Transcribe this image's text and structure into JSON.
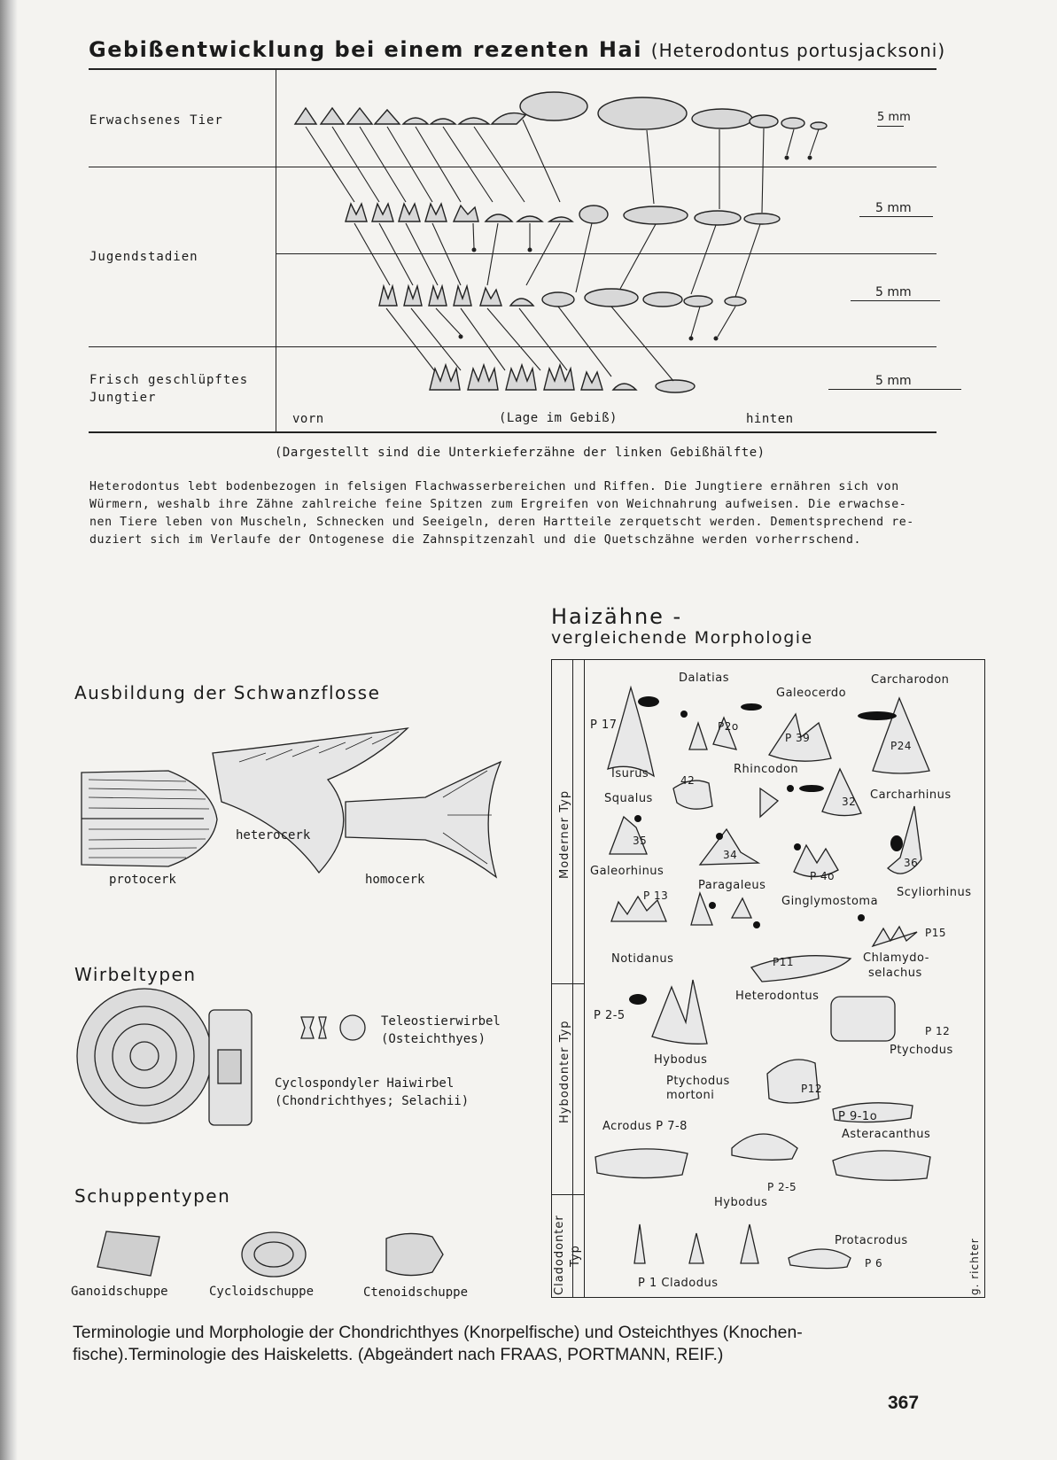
{
  "top": {
    "title": "Gebißentwicklung bei einem rezenten Hai",
    "title_species": "(Heterodontus portusjacksoni)",
    "rows": [
      {
        "label": "Erwachsenes Tier",
        "scale": "5 mm"
      },
      {
        "label": "Jugendstadien",
        "scale": "5 mm",
        "scale2": "5 mm"
      },
      {
        "label_line1": "Frisch geschlüpftes",
        "label_line2": "Jungtier",
        "scale": "5 mm"
      }
    ],
    "axis": {
      "left": "vorn",
      "center": "(Lage im Gebiß)",
      "right": "hinten"
    },
    "caption": "(Dargestellt sind die Unterkieferzähne der linken Gebißhälfte)",
    "paragraph": [
      "Heterodontus lebt bodenbezogen in felsigen Flachwasserbereichen und Riffen. Die Jungtiere ernähren sich von",
      "Würmern, weshalb ihre Zähne zahlreiche feine Spitzen zum Ergreifen von Weichnahrung aufweisen. Die erwachse-",
      "nen Tiere leben von Muscheln, Schnecken und Seeigeln, deren Hartteile zerquetscht werden. Dementsprechend re-",
      "duziert sich im Verlaufe der Ontogenese die Zahnspitzenzahl und die Quetschzähne werden vorherrschend."
    ]
  },
  "left": {
    "tail_title": "Ausbildung der Schwanzflosse",
    "tail_labels": {
      "protocerk": "protocerk",
      "heterocerk": "heterocerk",
      "homocerk": "homocerk"
    },
    "vertebra_title": "Wirbeltypen",
    "teleost_line1": "Teleostierwirbel",
    "teleost_line2": "(Osteichthyes)",
    "cyclo_line1": "Cyclospondyler Haiwirbel",
    "cyclo_line2": "(Chondrichthyes; Selachii)",
    "scale_title": "Schuppentypen",
    "scales": {
      "ganoid": "Ganoidschuppe",
      "cycloid": "Cycloidschuppe",
      "ctenoid": "Ctenoidschuppe"
    }
  },
  "right": {
    "title1": "Haizähne -",
    "title2": "vergleichende Morphologie",
    "sections": {
      "modern": "Moderner Typ",
      "hybodont": "Hybodonter Typ",
      "cladodont_1": "Cladodonter",
      "cladodont_2": "Typ"
    },
    "labels": {
      "dalatias": "Dalatias",
      "galeocerdo": "Galeocerdo",
      "carcharodon": "Carcharodon",
      "p17": "P 17",
      "p20": "P2o",
      "p39": "P 39",
      "p24": "P24",
      "isurus": "Isurus",
      "n42": "42",
      "squalus": "Squalus",
      "rhincodon": "Rhincodon",
      "n32": "32",
      "carcharhinus": "Carcharhinus",
      "n35": "35",
      "galeorhinus": "Galeorhinus",
      "n34": "34",
      "paragaleus": "Paragaleus",
      "p40": "P 4o",
      "ginglymostoma": "Ginglymostoma",
      "n36": "36",
      "scyliorhinus": "Scyliorhinus",
      "p13": "P 13",
      "p15": "P15",
      "notidanus": "Notidanus",
      "p11": "P11",
      "chlamydo1": "Chlamydo-",
      "chlamydo2": "selachus",
      "heterodontus": "Heterodontus",
      "p25a": "P 2-5",
      "p12": "P 12",
      "ptychodus": "Ptychodus",
      "hybodus1": "Hybodus",
      "ptychodus_m1": "Ptychodus",
      "ptychodus_m2": "mortoni",
      "p12b": "P12",
      "acrodus": "Acrodus P 7-8",
      "p910": "P 9-1o",
      "asteracanthus": "Asteracanthus",
      "p25b": "P 2-5",
      "hybodus2": "Hybodus",
      "protacrodus": "Protacrodus",
      "p6": "P 6",
      "p1cladodus": "P 1 Cladodus",
      "author": "g. richter"
    }
  },
  "bottom_caption_line1": "Terminologie und Morphologie der Chondrichthyes (Knorpelfische) und Osteichthyes (Knochen-",
  "bottom_caption_line2": "fische).Terminologie des Haiskeletts. (Abgeändert nach FRAAS, PORTMANN, REIF.)",
  "page_number": "367"
}
